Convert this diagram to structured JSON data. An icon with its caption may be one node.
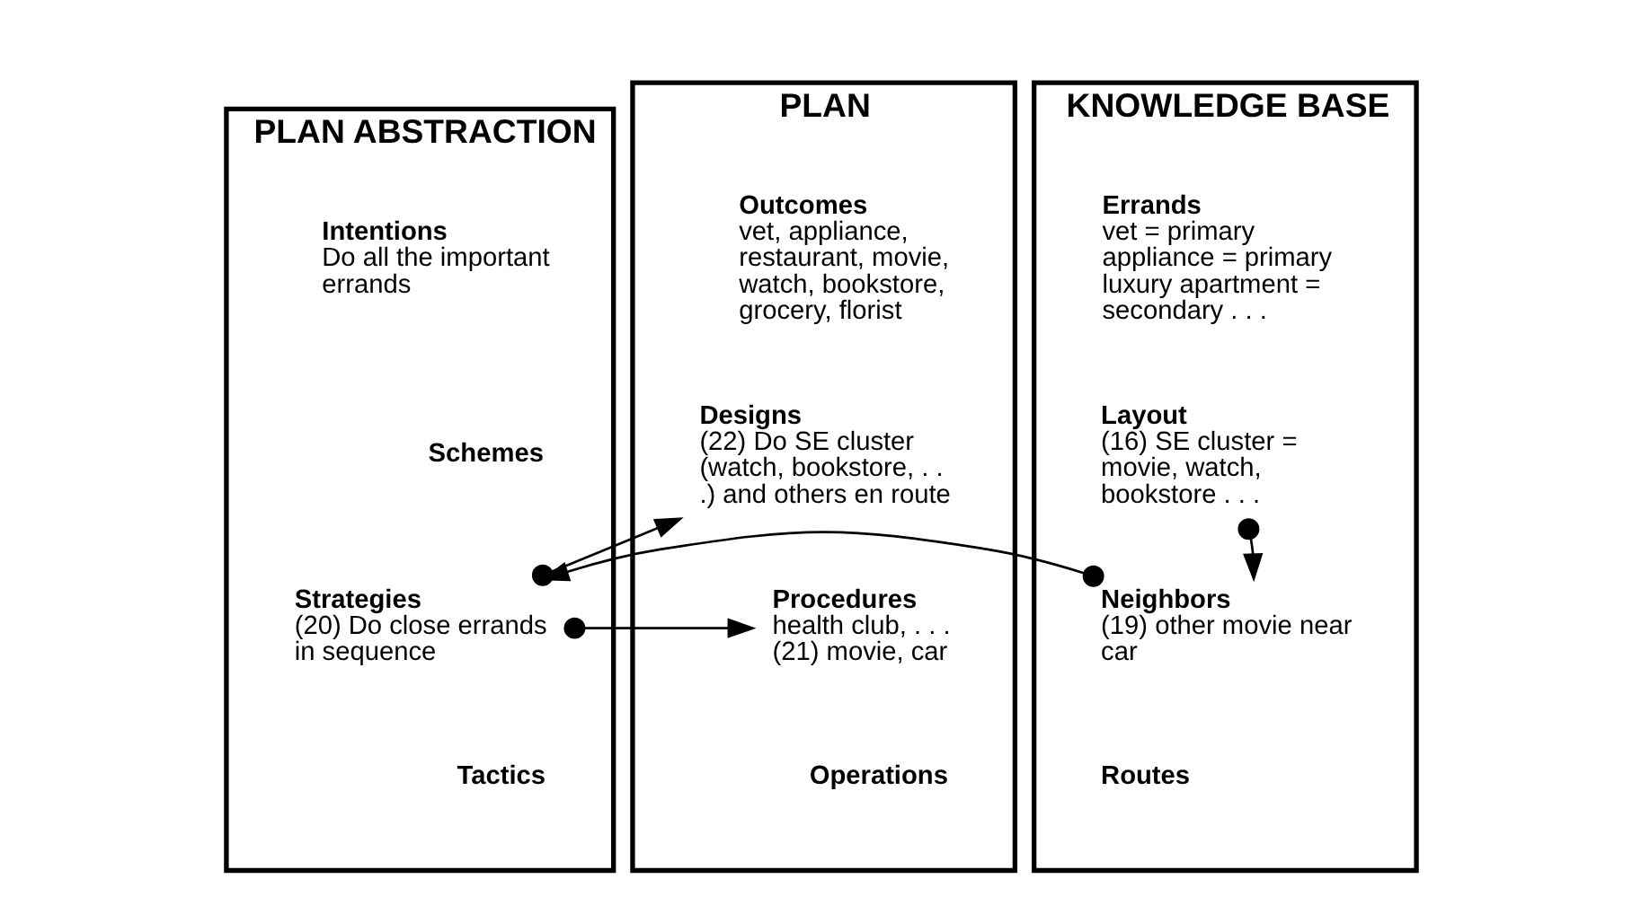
{
  "diagram": {
    "nodes": [
      {
        "text": [
          "PLAN ABSTRACTION"
        ]
      },
      {
        "text": [
          "Intentions",
          "Do all the important errands"
        ],
        "in": 0
      },
      {
        "text": [
          "Schemes"
        ],
        "in": 0
      },
      {
        "text": [
          "Strategies",
          "(20) Do close errands in sequence"
        ],
        "in": 0
      },
      {
        "text": [
          "Tactics"
        ],
        "in": 0
      },
      {
        "text": [
          "KNOWLEDGE BASE"
        ]
      },
      {
        "text": [
          "Errands",
          "vet = primary appliance = primary luxury apartment = secondary . . ."
        ],
        "in": 5
      },
      {
        "text": [
          "Layout",
          "(16) SE cluster = movie, watch, bookstore . . ."
        ],
        "in": 5
      },
      {
        "text": [
          "Neighbors",
          "(19) other movie near car"
        ],
        "in": 5
      },
      {
        "text": [
          "Routes"
        ],
        "in": 5
      },
      {
        "text": [
          "PLAN"
        ]
      },
      {
        "text": [
          "Outcomes",
          "vet, appliance, restaurant, movie, watch, bookstore, grocery, florist"
        ],
        "in": 10
      },
      {
        "text": [
          "Designs",
          "(22) Do SE cluster (watch, bookstore, . . .) and others en route"
        ],
        "in": 10
      },
      {
        "text": [
          "Procedures",
          "health club, . . .",
          "(21) movie, car"
        ],
        "in": 10
      },
      {
        "text": [
          "Operations"
        ],
        "in": 10
      }
    ],
    "edges": [
      {
        "from": 7,
        "to": 8,
        "arrow": "to"
      },
      {
        "from": 8,
        "to": 3,
        "arrow": "to"
      },
      {
        "from": 3,
        "to": 12,
        "arrow": "to"
      },
      {
        "from": 3,
        "to": 13,
        "arrow": "to"
      }
    ]
  }
}
